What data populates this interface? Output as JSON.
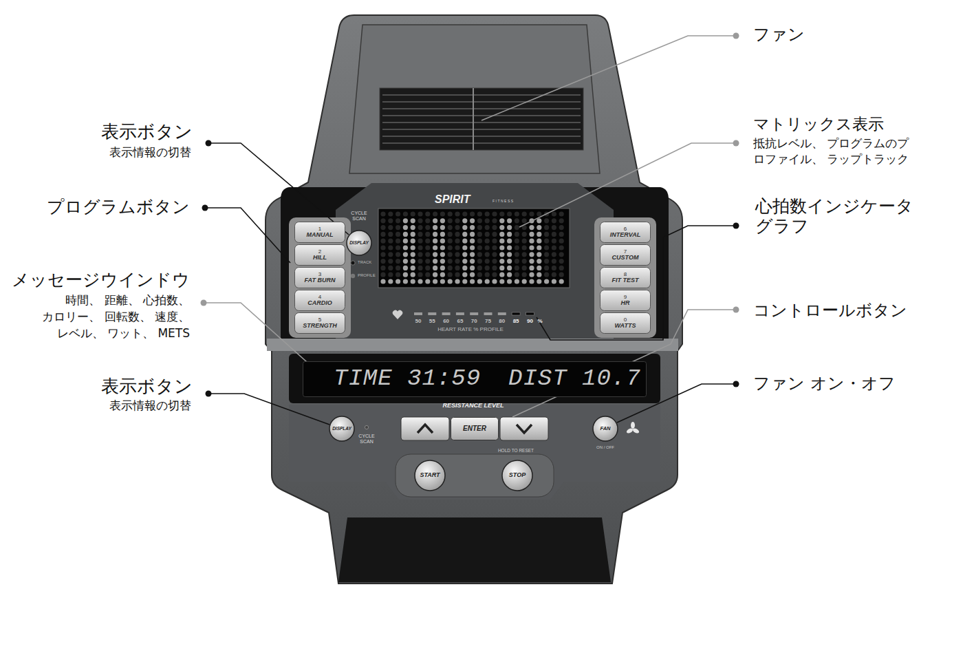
{
  "diagram": {
    "nodes": [
      {
        "text": [
          "DISPLAY"
        ]
      },
      {
        "text": [
          "1",
          "MANUAL"
        ]
      },
      {
        "text": [
          "2",
          "HILL"
        ]
      },
      {
        "text": [
          "3",
          "FAT BURN"
        ]
      },
      {
        "text": [
          "4",
          "CARDIO"
        ]
      },
      {
        "text": [
          "5",
          "STRENGTH"
        ]
      },
      {
        "text": [
          "6",
          "INTERVAL"
        ]
      },
      {
        "text": [
          "7",
          "CUSTOM"
        ]
      },
      {
        "text": [
          "8",
          "FIT TEST"
        ]
      },
      {
        "text": [
          "9",
          "HR"
        ]
      },
      {
        "text": [
          "0",
          "WATTS"
        ]
      },
      {
        "text": [
          "TIME 31:59",
          "DIST 10.7"
        ]
      },
      {
        "text": [
          "DISPLAY"
        ]
      },
      {
        "text": [
          "ENTER"
        ]
      },
      {
        "text": [
          "FAN"
        ]
      },
      {
        "text": [
          "START"
        ]
      },
      {
        "text": [
          "STOP"
        ]
      }
    ],
    "labels": [
      "ファン",
      "マトリックス表示",
      "抵抗レベル、 プログラムのプ ロファイル、 ラップトラック",
      "心拍数インジケータ グラフ",
      "コントロールボタン",
      "ファン オン・オフ",
      "表示ボタン",
      "表示情報の切替",
      "プログラムボタン",
      "メッセージウインドウ",
      "時間、 距離、 心拍数、 カロリー、 回転数、 速度、 レベル、 ワット、 METS",
      "表示ボタン",
      "表示情報の切替",
      "SPIRIT",
      "FITNESS",
      "CYCLE SCAN",
      "TRACK",
      "PROFILE",
      "50",
      "55",
      "60",
      "65",
      "70",
      "75",
      "80",
      "85",
      "90",
      "%",
      "HEART RATE % PROFILE",
      "RESISTANCE LEVEL",
      "CYCLE SCAN",
      "HOLD TO RESET",
      "ON / OFF"
    ]
  }
}
